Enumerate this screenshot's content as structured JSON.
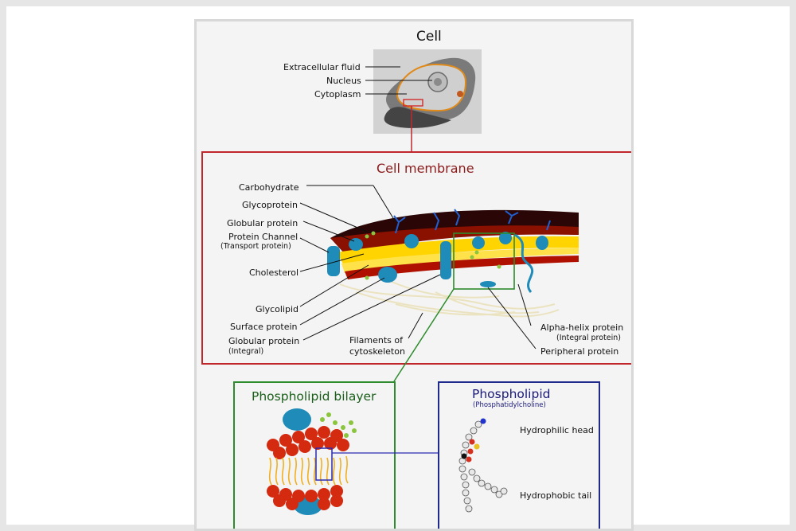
{
  "cell": {
    "title": "Cell",
    "labels": [
      "Extracellular fluid",
      "Nucleus",
      "Cytoplasm"
    ]
  },
  "membrane": {
    "title": "Cell membrane",
    "left_labels": [
      "Carbohydrate",
      "Glycoprotein",
      "Globular protein",
      "Protein Channel",
      "(Transport protein)",
      "Cholesterol",
      "Glycolipid",
      "Surface protein",
      "Globular protein",
      "(Integral)"
    ],
    "filaments": [
      "Filaments of",
      "cytoskeleton"
    ],
    "right_labels": [
      "Alpha-helix protein",
      "(Integral protein)",
      "Peripheral protein"
    ]
  },
  "bilayer": {
    "title": "Phospholipid bilayer"
  },
  "phospholipid": {
    "title": "Phospholipid",
    "subtitle": "(Phosphatidylcholine)",
    "labels": [
      "Hydrophilic head",
      "Hydrophobic tail"
    ]
  },
  "colors": {
    "membrane_border": "#c0262b",
    "bilayer_border": "#2e8b2e",
    "phospholipid_border": "#1f2a8c",
    "protein": "#1e8bb8",
    "lipid_yellow": "#ffd400",
    "lipid_red": "#b01000"
  }
}
